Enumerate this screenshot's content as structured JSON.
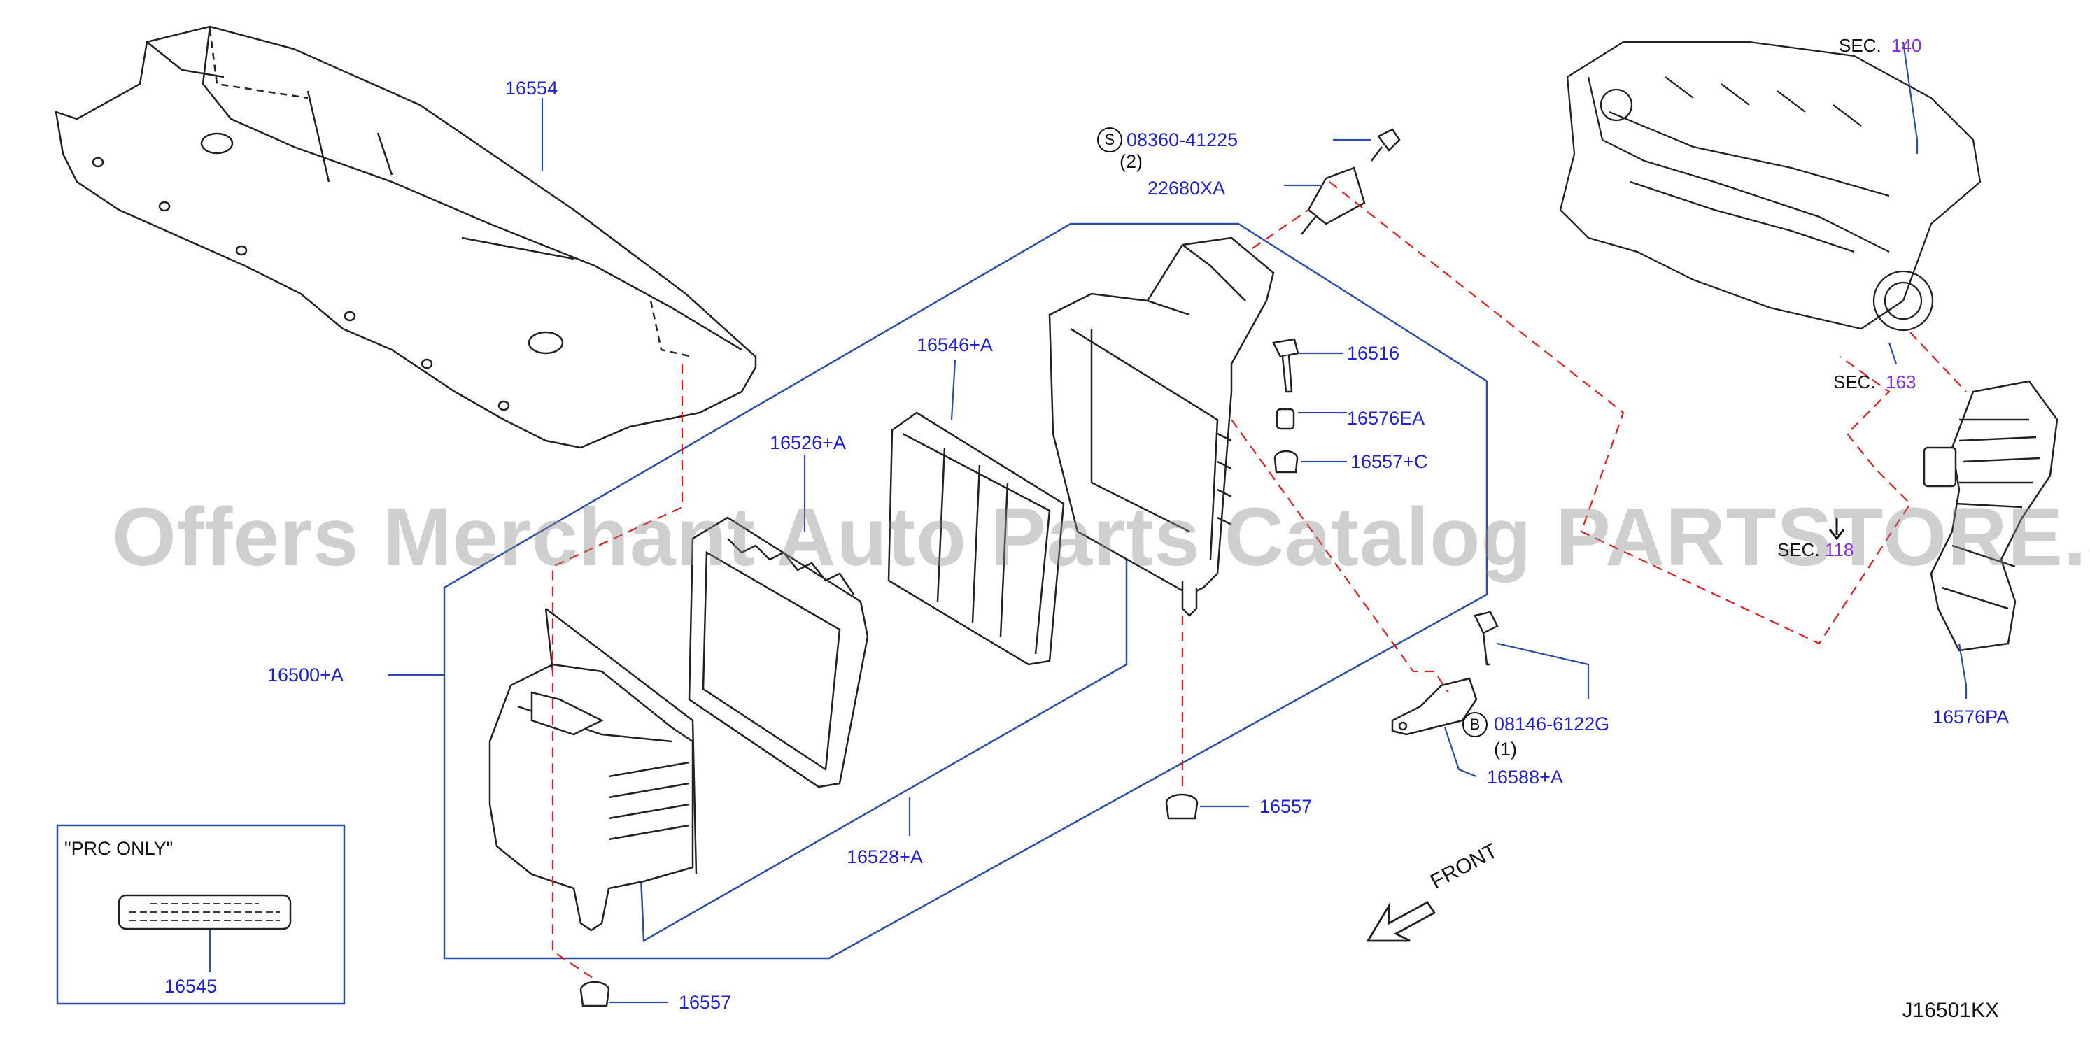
{
  "watermark": "Offers Merchant Auto Parts Catalog PARTSTORE.SA",
  "diagram_code": "J16501KX",
  "inset": {
    "title": "\"PRC   ONLY\"",
    "part": "16545"
  },
  "sections": [
    {
      "prefix": "SEC.",
      "number": "140"
    },
    {
      "prefix": "SEC.",
      "number": "163"
    },
    {
      "prefix": "SEC.",
      "number": "118"
    }
  ],
  "fasteners": {
    "screw": {
      "symbol": "S",
      "part": "08360-41225",
      "qty": "(2)"
    },
    "bolt": {
      "symbol": "B",
      "part": "08146-6122G",
      "qty": "(1)"
    }
  },
  "parts": {
    "p16554": "16554",
    "p22680xa": "22680XA",
    "p16546a": "16546+A",
    "p16526a": "16526+A",
    "p16516": "16516",
    "p16576ea": "16576EA",
    "p16557c": "16557+C",
    "p16500a": "16500+A",
    "p16528a": "16528+A",
    "p16557_mid": "16557",
    "p16557_bot": "16557",
    "p16588a": "16588+A",
    "p16576pa": "16576PA"
  },
  "front_label": "FRONT",
  "colors": {
    "label_blue": "#1f1fd6",
    "leader_blue": "#2b4fa8",
    "dash_red": "#e02020",
    "section_violet": "#8a2be2"
  }
}
